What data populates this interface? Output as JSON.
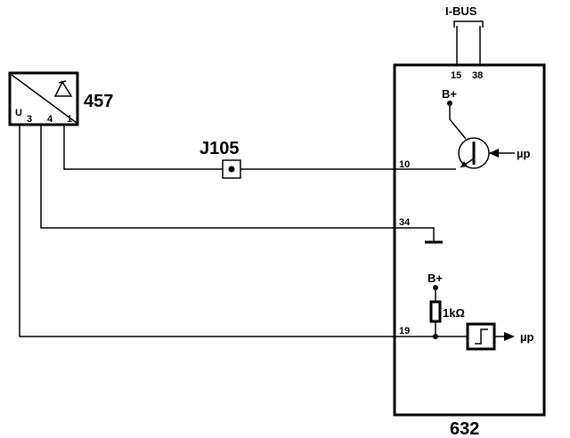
{
  "diagram": {
    "sensor": {
      "id": "457",
      "terminal_u": "U",
      "pins": [
        "3",
        "4",
        "1"
      ]
    },
    "connector": {
      "id": "J105"
    },
    "bus": {
      "label": "I-BUS",
      "pins": [
        "15",
        "38"
      ]
    },
    "ecu": {
      "id": "632",
      "pins": {
        "p10": "10",
        "p34": "34",
        "p19": "19"
      }
    },
    "supply": {
      "label1": "B+",
      "label2": "B+"
    },
    "resistor": {
      "label": "1kΩ"
    },
    "outputs": {
      "transistor_mp": "µp",
      "trigger_mp": "µp"
    }
  }
}
